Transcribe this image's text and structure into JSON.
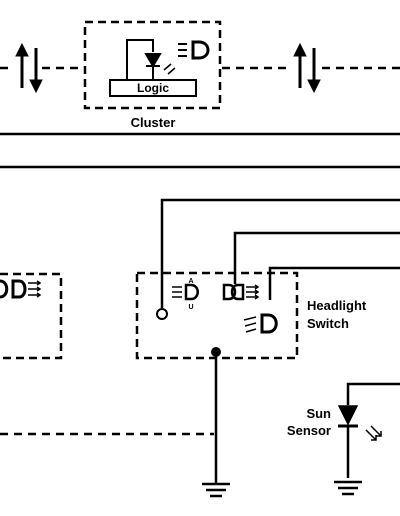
{
  "labels": {
    "cluster": "Cluster",
    "logic": "Logic",
    "headlight_switch_line1": "Headlight",
    "headlight_switch_line2": "Switch",
    "sun_sensor_line1": "Sun",
    "sun_sensor_line2": "Sensor",
    "auto_marker_top": "A",
    "auto_marker_bottom": "U"
  },
  "icons": [
    "bidirectional-arrow-icon",
    "headlamp-low-beam-icon",
    "parking-lamp-icon",
    "headlamp-high-beam-icon",
    "photodiode-icon",
    "led-icon",
    "ground-icon",
    "terminal-icon"
  ],
  "colors": {
    "ink": "#000000",
    "background": "#ffffff"
  }
}
